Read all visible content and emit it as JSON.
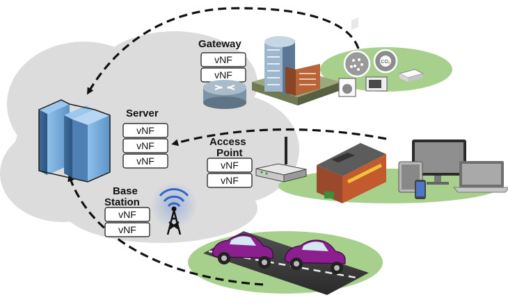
{
  "nodes": {
    "gateway": {
      "label": "Gateway",
      "vnfs": [
        "vNF",
        "vNF"
      ]
    },
    "server": {
      "label": "Server",
      "vnfs": [
        "vNF",
        "vNF",
        "vNF"
      ]
    },
    "access_point": {
      "label_line1": "Access",
      "label_line2": "Point",
      "vnfs": [
        "vNF",
        "vNF"
      ]
    },
    "base_station": {
      "label_line1": "Base",
      "label_line2": "Station",
      "vnfs": [
        "vNF",
        "vNF"
      ]
    }
  },
  "icons": {
    "co2_sensor_text": "CO₂",
    "server": "server-icon",
    "router": "router-icon",
    "wifi_router": "wifi-router-icon",
    "cell_tower": "cell-tower-icon",
    "building": "office-building-icon",
    "shop": "shop-icon",
    "cars": "car-icon",
    "devices": [
      "desktop-monitor-icon",
      "tablet-icon",
      "laptop-icon",
      "phone-icon"
    ]
  },
  "colors": {
    "cloud": "#dcdcdc",
    "ground_green": "#a8d08d",
    "server_blue": "#6fa3d6",
    "car_purple": "#8b1f8f",
    "arrow": "#111111"
  }
}
